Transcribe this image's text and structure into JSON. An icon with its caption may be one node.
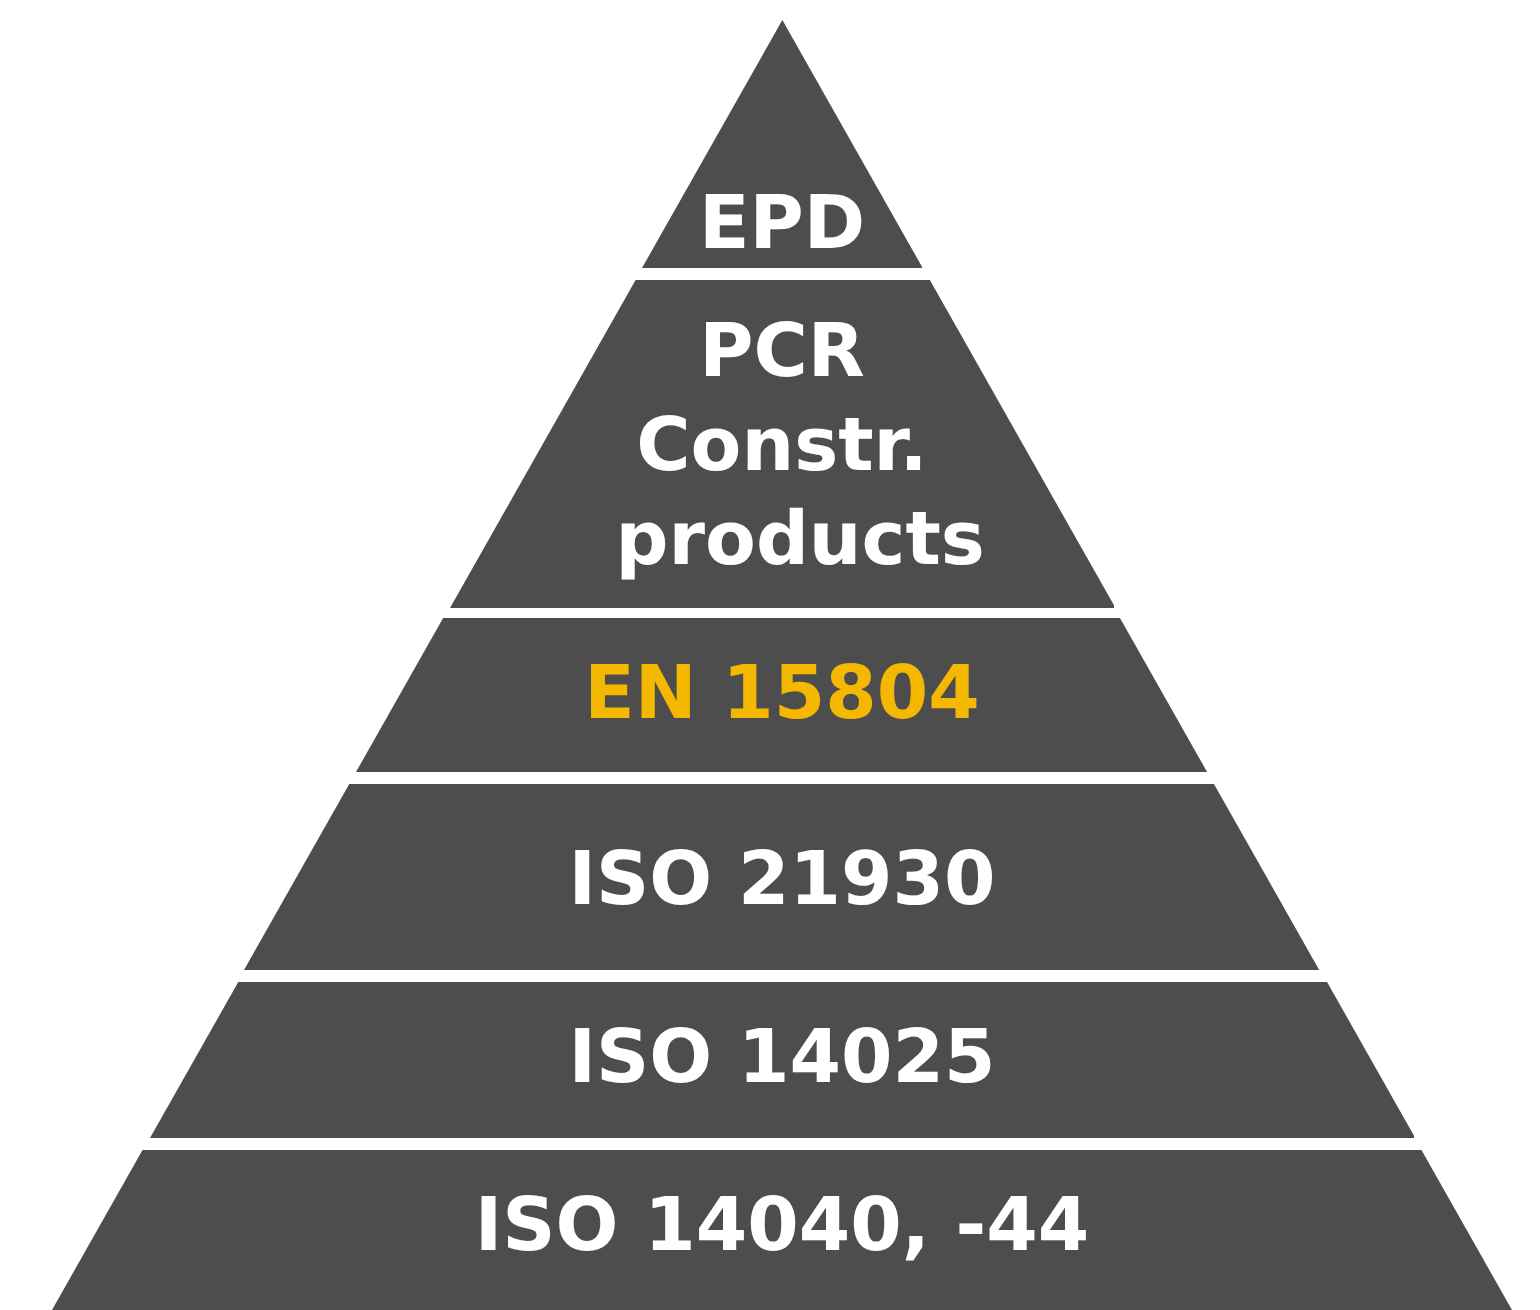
{
  "diagram": {
    "nodes": [
      {
        "text": [
          "EPD"
        ]
      },
      {
        "text": [
          "PCR Constr. products"
        ]
      },
      {
        "text": [
          "EN 15804"
        ]
      },
      {
        "text": [
          "ISO 21930"
        ]
      },
      {
        "text": [
          "ISO 14025"
        ]
      },
      {
        "text": [
          "ISO 14040, -44"
        ]
      }
    ]
  }
}
